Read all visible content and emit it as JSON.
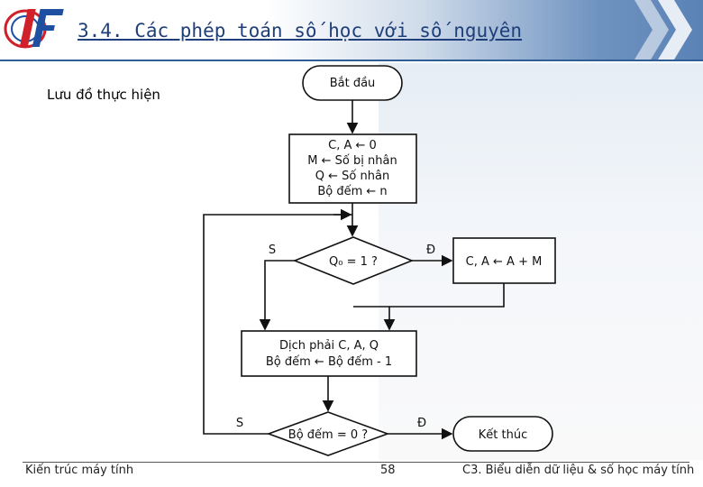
{
  "header": {
    "title": "3.4. Các phép toán số học với số nguyên",
    "logo_icon": "university-logo-icon",
    "decoration_icon": "chevrons-icon"
  },
  "subtitle": "Lưu đồ thực hiện",
  "flowchart": {
    "start": "Bắt đầu",
    "init": [
      "C, A ← 0",
      "M ← Số bị nhân",
      "Q ← Số nhân",
      "Bộ đếm ← n"
    ],
    "decision1": "Q₀ = 1 ?",
    "decision1_no": "S",
    "decision1_yes": "Đ",
    "add": "C, A ← A + M",
    "shift": [
      "Dịch phải C, A, Q",
      "Bộ đếm ← Bộ đếm - 1"
    ],
    "decision2": "Bộ đếm = 0 ?",
    "decision2_no": "S",
    "decision2_yes": "Đ",
    "end": "Kết thúc"
  },
  "footer": {
    "left": "Kiến trúc máy tính",
    "page": "58",
    "right": "C3. Biểu diễn dữ liệu & số học máy tính"
  },
  "colors": {
    "title": "#1f3f7a",
    "header_accent": "#2f5d95",
    "logo_red": "#d0202a",
    "logo_blue": "#1f4fa0"
  }
}
